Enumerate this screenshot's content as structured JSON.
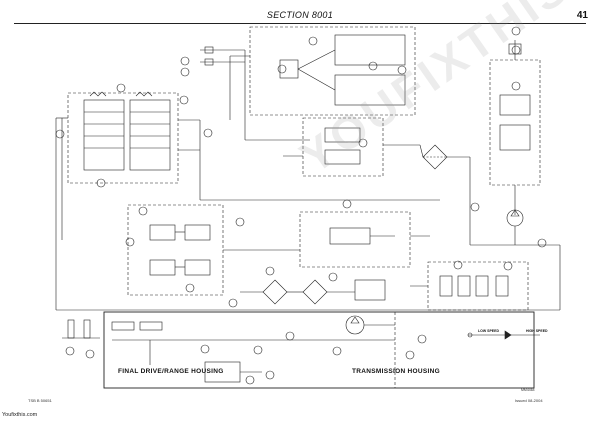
{
  "header": {
    "section_title": "SECTION 8001",
    "page_number": "41"
  },
  "diagram": {
    "housings": [
      {
        "name": "FINAL DRIVE/RANGE HOUSING"
      },
      {
        "name": "TRANSMISSION HOUSING"
      }
    ],
    "speed_labels": {
      "low": "LOW SPEED",
      "high": "HIGH SPEED"
    },
    "reference_code": "MM4464"
  },
  "footer": {
    "left_code": "TSB B 50651",
    "right_code": "Issued 08-2004",
    "site": "Youfixthis.com"
  },
  "watermark": {
    "text": "YOUFIXTHIS.COM"
  }
}
